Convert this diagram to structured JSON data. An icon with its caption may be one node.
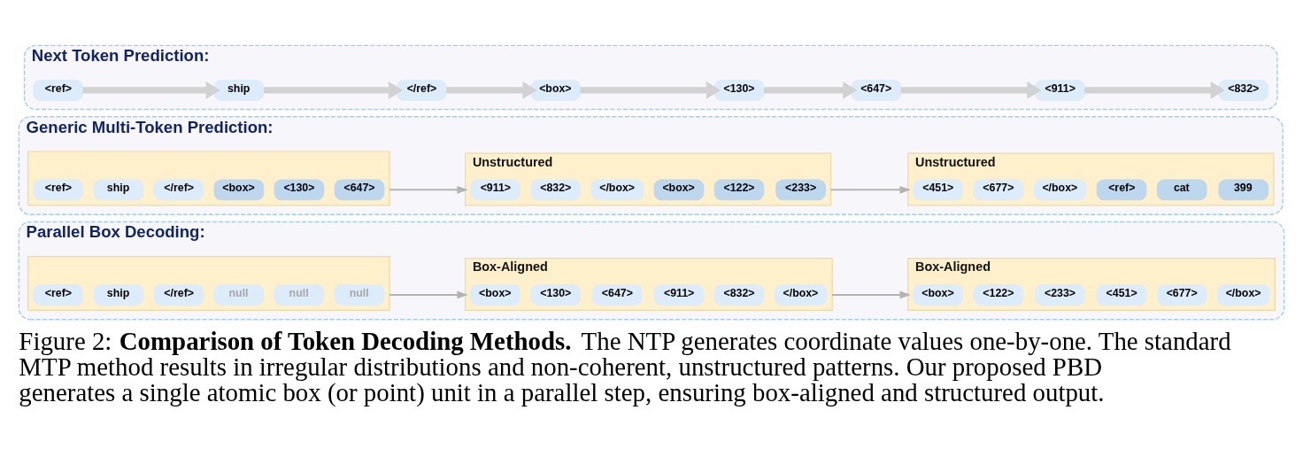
{
  "diagram": {
    "caption": "Figure 2: **Comparison of Token Decoding Methods.** The NTP generates coordinate values one-by-one. The standard MTP method results in irregular distributions and non-coherent, unstructured patterns. Our proposed PBD generates a single atomic box (or point) unit in a parallel step, ensuring box-aligned and structured output.",
    "nodes": [
      {
        "text": [
          "Next Token Prediction:"
        ]
      },
      {
        "text": [
          "<ref>"
        ],
        "in": 0
      },
      {
        "text": [
          "ship"
        ],
        "in": 0
      },
      {
        "text": [
          "</ref>"
        ],
        "in": 0
      },
      {
        "text": [
          "<box>"
        ],
        "in": 0
      },
      {
        "text": [
          "<130>"
        ],
        "in": 0
      },
      {
        "text": [
          "<647>"
        ],
        "in": 0
      },
      {
        "text": [
          "<911>"
        ],
        "in": 0
      },
      {
        "text": [
          "<832>"
        ],
        "in": 0
      },
      {
        "text": [
          "Generic Multi-Token Prediction:"
        ]
      },
      {
        "text": [],
        "shape": "box",
        "in": 9
      },
      {
        "text": [
          "<ref>"
        ],
        "in": 10
      },
      {
        "text": [
          "ship"
        ],
        "in": 10
      },
      {
        "text": [
          "</ref>"
        ],
        "in": 10
      },
      {
        "text": [
          "<box>"
        ],
        "in": 10
      },
      {
        "text": [
          "<130>"
        ],
        "in": 10
      },
      {
        "text": [
          "<647>"
        ],
        "in": 10
      },
      {
        "text": [],
        "shape": "box",
        "in": 9,
        "beside": [
          "Unstructured"
        ]
      },
      {
        "text": [
          "<911>"
        ],
        "in": 17
      },
      {
        "text": [
          "<832>"
        ],
        "in": 17
      },
      {
        "text": [
          "</box>"
        ],
        "in": 17
      },
      {
        "text": [
          "<box>"
        ],
        "in": 17
      },
      {
        "text": [
          "<122>"
        ],
        "in": 17
      },
      {
        "text": [
          "<233>"
        ],
        "in": 17
      },
      {
        "text": [],
        "shape": "box",
        "in": 9,
        "beside": [
          "Unstructured"
        ]
      },
      {
        "text": [
          "<451>"
        ],
        "in": 24
      },
      {
        "text": [
          "<677>"
        ],
        "in": 24
      },
      {
        "text": [
          "</box>"
        ],
        "in": 24
      },
      {
        "text": [
          "<ref>"
        ],
        "in": 24
      },
      {
        "text": [
          "cat"
        ],
        "in": 24
      },
      {
        "text": [
          "399"
        ],
        "in": 24
      },
      {
        "text": [
          "Parallel Box Decoding:"
        ]
      },
      {
        "text": [],
        "shape": "box",
        "in": 31
      },
      {
        "text": [
          "<ref>"
        ],
        "in": 32
      },
      {
        "text": [
          "ship"
        ],
        "in": 32
      },
      {
        "text": [
          "</ref>"
        ],
        "in": 32
      },
      {
        "text": [
          "null"
        ],
        "in": 32
      },
      {
        "text": [
          "null"
        ],
        "in": 32
      },
      {
        "text": [
          "null"
        ],
        "in": 32
      },
      {
        "text": [],
        "shape": "box",
        "in": 31,
        "beside": [
          "Box-Aligned"
        ]
      },
      {
        "text": [
          "<box>"
        ],
        "in": 39
      },
      {
        "text": [
          "<130>"
        ],
        "in": 39
      },
      {
        "text": [
          "<647>"
        ],
        "in": 39
      },
      {
        "text": [
          "<911>"
        ],
        "in": 39
      },
      {
        "text": [
          "<832>"
        ],
        "in": 39
      },
      {
        "text": [
          "</box>"
        ],
        "in": 39
      },
      {
        "text": [],
        "shape": "box",
        "in": 31,
        "beside": [
          "Box-Aligned"
        ]
      },
      {
        "text": [
          "<box>"
        ],
        "in": 46
      },
      {
        "text": [
          "<122>"
        ],
        "in": 46
      },
      {
        "text": [
          "<233>"
        ],
        "in": 46
      },
      {
        "text": [
          "<451>"
        ],
        "in": 46
      },
      {
        "text": [
          "<677>"
        ],
        "in": 46
      },
      {
        "text": [
          "</box>"
        ],
        "in": 46
      }
    ],
    "edges": [
      {
        "from": 1,
        "to": 2,
        "arrow": "to"
      },
      {
        "from": 2,
        "to": 3,
        "arrow": "to"
      },
      {
        "from": 3,
        "to": 4,
        "arrow": "to"
      },
      {
        "from": 4,
        "to": 5,
        "arrow": "to"
      },
      {
        "from": 5,
        "to": 6,
        "arrow": "to"
      },
      {
        "from": 6,
        "to": 7,
        "arrow": "to"
      },
      {
        "from": 7,
        "to": 8,
        "arrow": "to"
      },
      {
        "from": 10,
        "to": 17,
        "arrow": "to",
        "color": "#b3b3b3"
      },
      {
        "from": 17,
        "to": 24,
        "arrow": "to",
        "color": "#b3b3b3"
      },
      {
        "from": 32,
        "to": 39,
        "arrow": "to",
        "color": "#b3b3b3"
      },
      {
        "from": 39,
        "to": 46,
        "arrow": "to",
        "color": "#b3b3b3"
      }
    ]
  }
}
